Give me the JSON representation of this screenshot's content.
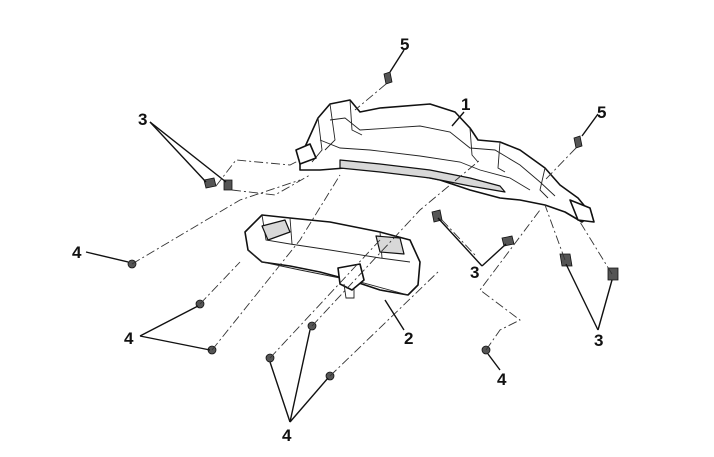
{
  "diagram": {
    "callouts": [
      {
        "id": "c1",
        "text": "1"
      },
      {
        "id": "c2",
        "text": "2"
      },
      {
        "id": "c3a",
        "text": "3"
      },
      {
        "id": "c3b",
        "text": "3"
      },
      {
        "id": "c3c",
        "text": "3"
      },
      {
        "id": "c4a",
        "text": "4"
      },
      {
        "id": "c4b",
        "text": "4"
      },
      {
        "id": "c4c",
        "text": "4"
      },
      {
        "id": "c4d",
        "text": "4"
      },
      {
        "id": "c5a",
        "text": "5"
      },
      {
        "id": "c5b",
        "text": "5"
      }
    ]
  }
}
